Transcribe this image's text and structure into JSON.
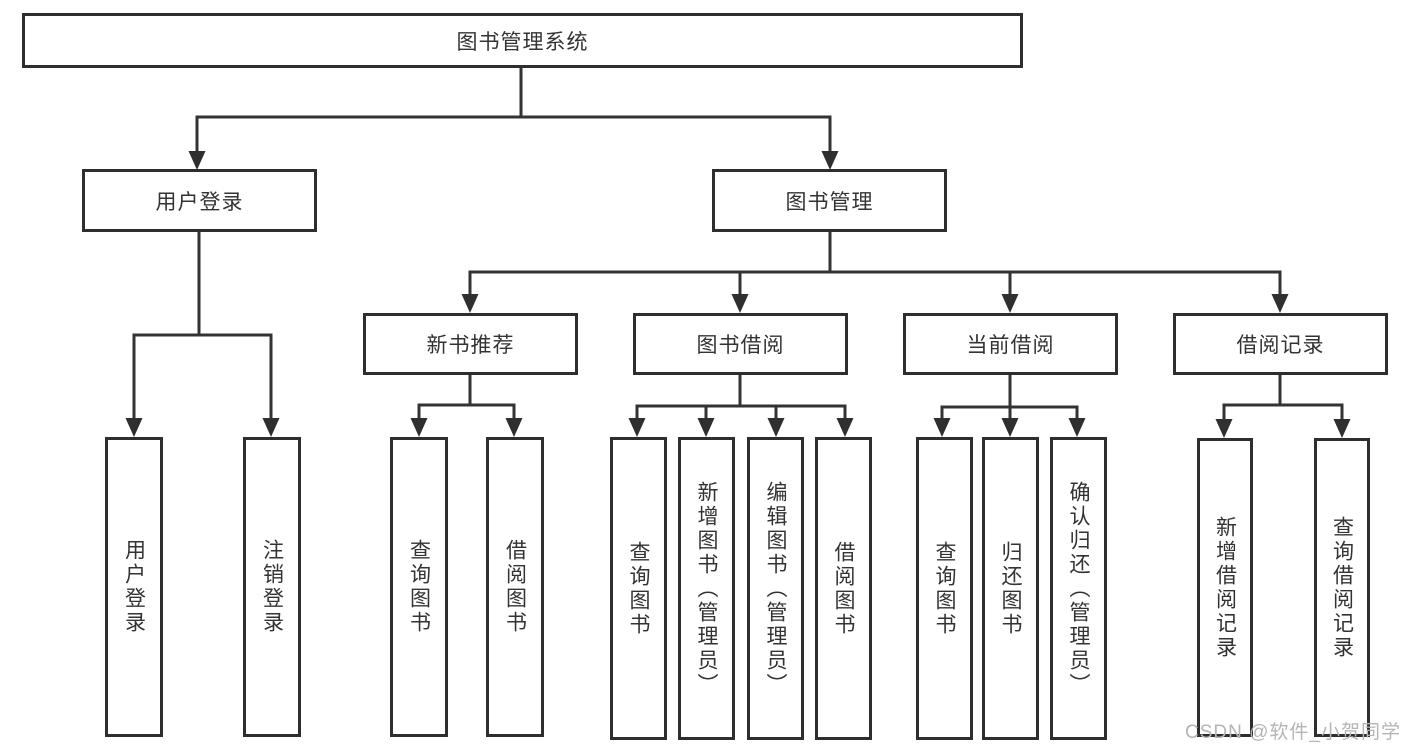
{
  "diagram": {
    "title": "图书管理系统",
    "level2": {
      "user_login": "用户登录",
      "book_management": "图书管理"
    },
    "level3": {
      "new_book_recommend": "新书推荐",
      "book_borrow": "图书借阅",
      "current_borrow": "当前借阅",
      "borrow_records": "借阅记录"
    },
    "leaves": {
      "user": [
        "用户登录",
        "注销登录"
      ],
      "newbook": [
        "查询图书",
        "借阅图书"
      ],
      "borrow": [
        "查询图书",
        "新增图书（管理员）",
        "编辑图书（管理员）",
        "借阅图书"
      ],
      "current": [
        "查询图书",
        "归还图书",
        "确认归还（管理员）"
      ],
      "record": [
        "新增借阅记录",
        "查询借阅记录"
      ]
    },
    "watermark": "CSDN @软件_小贺同学",
    "colors": {
      "line": "#333333",
      "text": "#333333",
      "watermark": "#b5b5b5",
      "background": "#ffffff"
    }
  }
}
